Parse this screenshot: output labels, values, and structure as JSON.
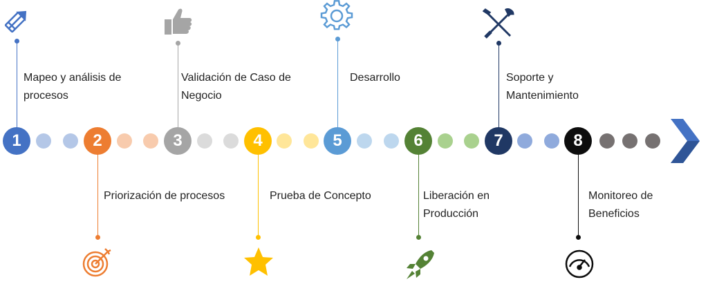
{
  "steps": [
    {
      "num": "1",
      "label": "Mapeo y análisis de\nprocesos",
      "color": "#4472c4",
      "dot": "#b4c7e7",
      "icon": "pencil-icon",
      "side": "top"
    },
    {
      "num": "2",
      "label": "Priorización de procesos",
      "color": "#ed7d31",
      "dot": "#f8cbad",
      "icon": "target-icon",
      "side": "bottom"
    },
    {
      "num": "3",
      "label": "Validación de Caso de\nNegocio",
      "color": "#a5a5a5",
      "dot": "#dbdbdb",
      "icon": "thumbs-up-icon",
      "side": "top"
    },
    {
      "num": "4",
      "label": "Prueba de Concepto",
      "color": "#ffc000",
      "dot": "#ffe699",
      "icon": "star-icon",
      "side": "bottom"
    },
    {
      "num": "5",
      "label": "Desarrollo",
      "color": "#5b9bd5",
      "dot": "#bdd7ee",
      "icon": "gear-icon",
      "side": "top"
    },
    {
      "num": "6",
      "label": "Liberación en\nProducción",
      "color": "#548235",
      "dot": "#a9d18e",
      "icon": "rocket-icon",
      "side": "bottom"
    },
    {
      "num": "7",
      "label": "Soporte y\nMantenimiento",
      "color": "#203864",
      "dot": "#8faadc",
      "icon": "tools-icon",
      "side": "top"
    },
    {
      "num": "8",
      "label": "Monitoreo de\nBeneficios",
      "color": "#0d0d0d",
      "dot": "#767171",
      "icon": "gauge-icon",
      "side": "bottom"
    }
  ],
  "arrow": {
    "color": "#4472c4",
    "icon": "chevron-right-icon"
  }
}
